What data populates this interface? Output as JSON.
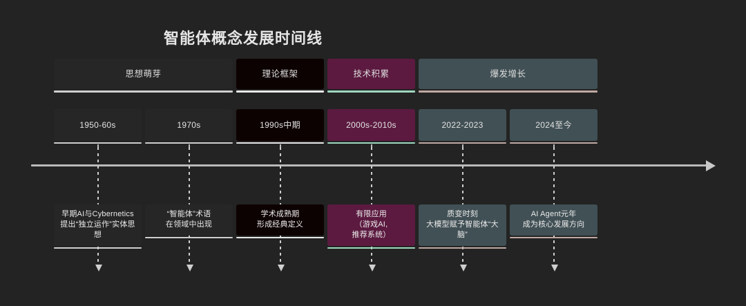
{
  "title": "智能体概念发展时间线",
  "background_color": "#232323",
  "axis": {
    "line_color": "#b9b9b9",
    "arrow_direction": "right",
    "arrow_icon": "arrow-right-icon"
  },
  "phases": [
    {
      "label": "思想萌芽",
      "bg": "#262626",
      "underline": "#cfcfcf",
      "span_columns": 2
    },
    {
      "label": "理论框架",
      "bg": "#0d0202",
      "underline": "#e8e8e8",
      "span_columns": 1
    },
    {
      "label": "技术积累",
      "bg": "#5c1a40",
      "underline": "#9fd8c0",
      "span_columns": 1
    },
    {
      "label": "爆发增长",
      "bg": "#415055",
      "underline": "#c0a9a3",
      "span_columns": 2
    }
  ],
  "eras": [
    {
      "label": "1950-60s",
      "bg": "#262626",
      "underline": "#cfcfcf",
      "tick": "#bdbdbd",
      "card": "早期AI与Cybernetics\n提出“独立运作”实体思想",
      "card_bg": "#262626",
      "card_underline": "#cfcfcf"
    },
    {
      "label": "1970s",
      "bg": "#262626",
      "underline": "#cfcfcf",
      "tick": "#bdbdbd",
      "card": "“智能体”术语\n在领域中出现",
      "card_bg": "#262626",
      "card_underline": "#cfcfcf"
    },
    {
      "label": "1990s中期",
      "bg": "#0d0202",
      "underline": "#e8e8e8",
      "tick": "#bdbdbd",
      "card": "学术成熟期\n形成经典定义",
      "card_bg": "#0d0202",
      "card_underline": "#e8e8e8"
    },
    {
      "label": "2000s-2010s",
      "bg": "#5c1a40",
      "underline": "#9fd8c0",
      "tick": "#bdbdbd",
      "card": "有限应用\n（游戏AI,\n推荐系统）",
      "card_bg": "#5c1a40",
      "card_underline": "#9fd8c0"
    },
    {
      "label": "2022-2023",
      "bg": "#415055",
      "underline": "#c0a9a3",
      "tick": "#bdbdbd",
      "card": "质变时刻\n大模型赋予智能体“大脑”",
      "card_bg": "#415055",
      "card_underline": "#c0a9a3"
    },
    {
      "label": "2024至今",
      "bg": "#415055",
      "underline": "#c0a9a3",
      "tick": "#bdbdbd",
      "card": "AI Agent元年\n成为核心发展方向",
      "card_bg": "#415055",
      "card_underline": "#c0a9a3"
    }
  ]
}
